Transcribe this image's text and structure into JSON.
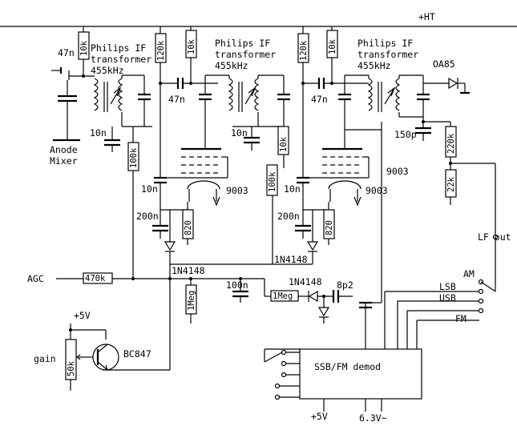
{
  "rails": {
    "ht": "+HT"
  },
  "stage1": {
    "transformer_name": "Philips IF",
    "transformer_word": "transformer",
    "transformer_freq": "455kHz",
    "r_ht": "10k",
    "c_in": "47n",
    "c_dec": "10n",
    "r_bias": "100k",
    "source_label_1": "Anode",
    "source_label_2": "Mixer"
  },
  "stage2": {
    "r_screen": "120k",
    "r_ht": "10k",
    "c_couple": "47n",
    "transformer_name": "Philips IF",
    "transformer_word": "transformer",
    "transformer_freq": "455kHz",
    "c_dec": "10n",
    "r_damp": "10k",
    "r_g": "100k",
    "c_grid": "10n",
    "tube": "9003",
    "c_cath": "200n",
    "r_cath": "820"
  },
  "stage3": {
    "r_screen": "120k",
    "r_ht": "10k",
    "c_couple": "47n",
    "transformer_name": "Philips IF",
    "transformer_word": "transformer",
    "transformer_freq": "455kHz",
    "diode": "OA85",
    "c_det": "150p",
    "r_det": "220k",
    "r_det2": "22k",
    "c_grid": "10n",
    "tube": "9003",
    "c_cath": "200n",
    "r_cath": "820",
    "tube_right": "9003"
  },
  "agc": {
    "label": "AGC",
    "r_agc": "470k",
    "diode1": "1N4148",
    "diode2": "1N4148",
    "c_agc": "100n",
    "r_1meg_a": "1Meg",
    "r_1meg_b": "1Meg",
    "diode3": "1N4148",
    "c_8p2": "8p2"
  },
  "gain": {
    "supply": "+5V",
    "label": "gain",
    "pot": "50k",
    "transistor": "BC847"
  },
  "demod": {
    "title": "SSB/FM demod",
    "supply": "+5V",
    "heater": "6.3V~"
  },
  "switch": {
    "lf_out": "LF out",
    "am": "AM",
    "lsb": "LSB",
    "usb": "USB",
    "fm": "FM"
  }
}
